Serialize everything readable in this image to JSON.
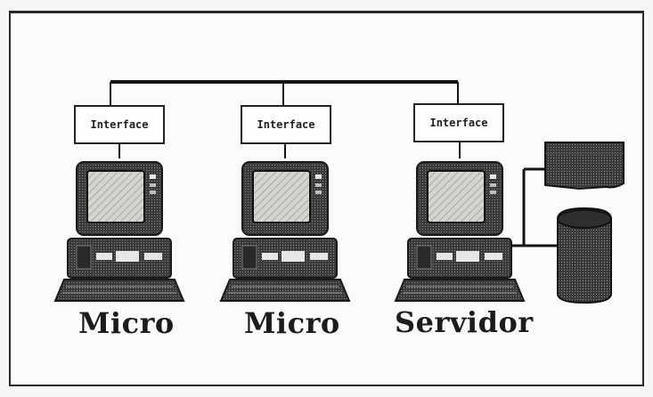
{
  "nodes": [
    {
      "interface_label": "Interface",
      "name": "Micro"
    },
    {
      "interface_label": "Interface",
      "name": "Micro"
    },
    {
      "interface_label": "Interface",
      "name": "Servidor"
    }
  ],
  "peripherals": [
    "printer-icon",
    "disk-storage-icon"
  ]
}
